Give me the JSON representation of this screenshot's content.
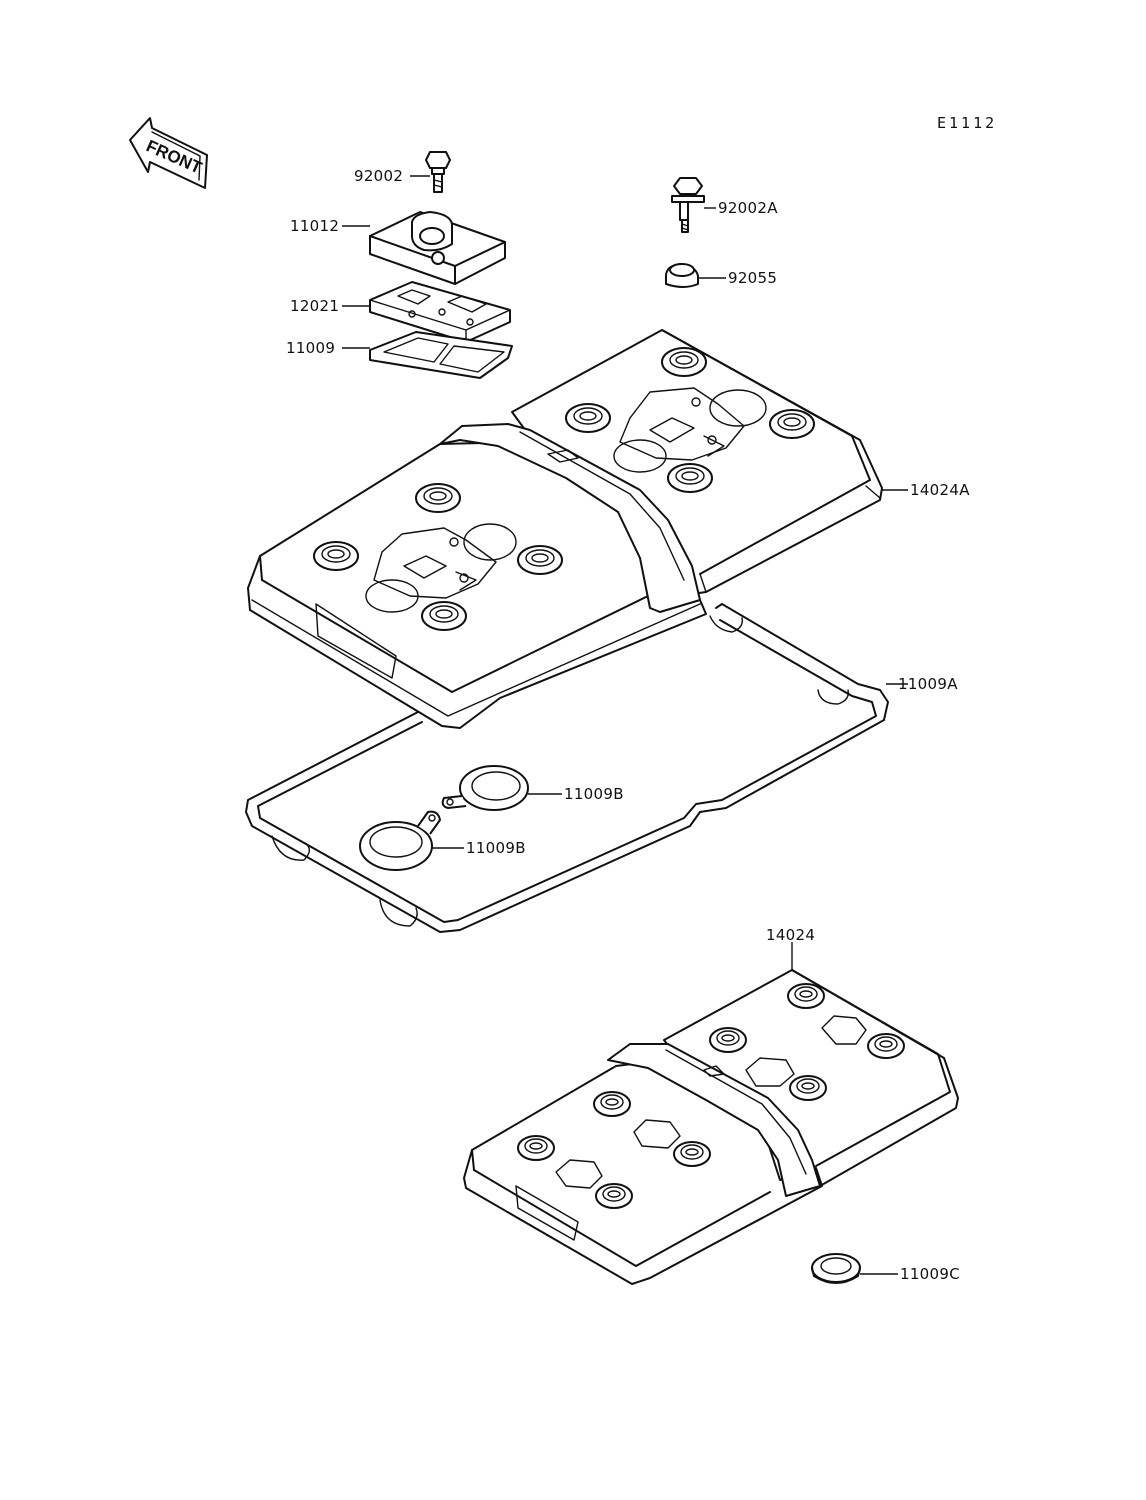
{
  "diagram": {
    "code": "E1112",
    "front_marker": "FRONT",
    "parts": [
      {
        "id": "92002"
      },
      {
        "id": "92002A"
      },
      {
        "id": "92055"
      },
      {
        "id": "11012"
      },
      {
        "id": "12021"
      },
      {
        "id": "11009"
      },
      {
        "id": "14024A"
      },
      {
        "id": "11009A"
      },
      {
        "id": "11009B"
      },
      {
        "id": "11009B"
      },
      {
        "id": "14024"
      },
      {
        "id": "11009C"
      }
    ]
  }
}
